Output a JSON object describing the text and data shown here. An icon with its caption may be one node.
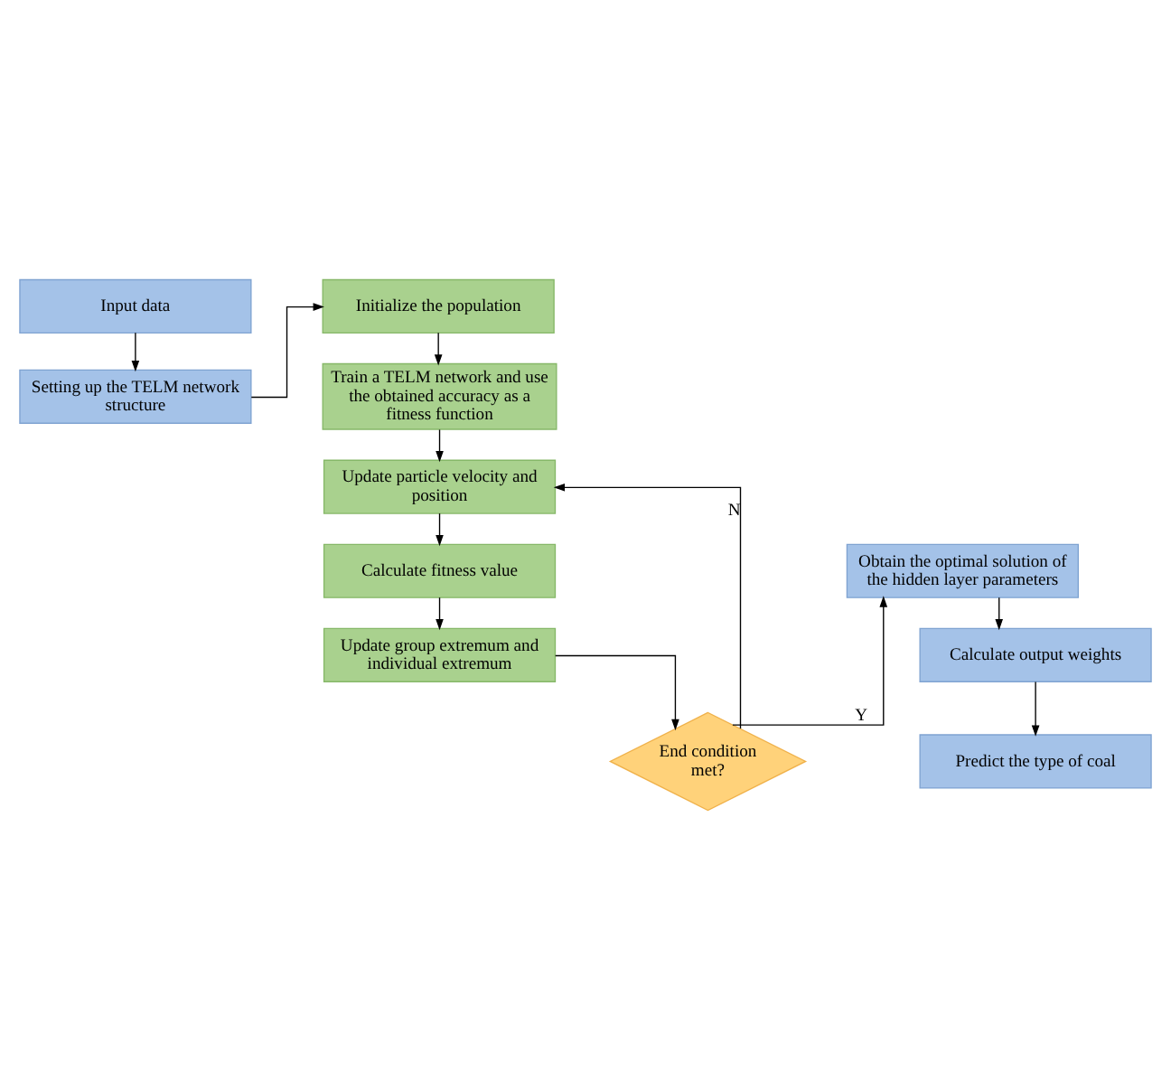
{
  "diagram": {
    "nodes": [
      {
        "text": [
          "Input data"
        ]
      },
      {
        "text": [
          "Setting up the TELM network structure"
        ]
      },
      {
        "text": [
          "Initialize the population"
        ]
      },
      {
        "text": [
          "Train a TELM network and use the obtained accuracy as a fitness function"
        ]
      },
      {
        "text": [
          "Update particle velocity and position"
        ]
      },
      {
        "text": [
          "Calculate fitness value"
        ]
      },
      {
        "text": [
          "Update group extremum and individual extremum"
        ]
      },
      {
        "text": [
          "End condition met?"
        ]
      },
      {
        "text": [
          "Obtain the optimal solution of the hidden layer parameters"
        ]
      },
      {
        "text": [
          "Calculate output weights"
        ]
      },
      {
        "text": [
          "Predict the type of coal"
        ]
      }
    ],
    "edges": [
      {
        "from": 0,
        "to": 1,
        "arrow": "to"
      },
      {
        "from": 1,
        "to": 2,
        "arrow": "to"
      },
      {
        "from": 2,
        "to": 3,
        "arrow": "to"
      },
      {
        "from": 3,
        "to": 4,
        "arrow": "to"
      },
      {
        "from": 4,
        "to": 5,
        "arrow": "to"
      },
      {
        "from": 5,
        "to": 6,
        "arrow": "to"
      },
      {
        "from": 6,
        "to": 7,
        "arrow": "to"
      },
      {
        "from": 7,
        "to": 8,
        "arrow": "to",
        "label": "Y"
      },
      {
        "from": 7,
        "to": 4,
        "arrow": "to",
        "label": "N"
      },
      {
        "from": 8,
        "to": 9,
        "arrow": "to"
      },
      {
        "from": 9,
        "to": 10,
        "arrow": "to"
      }
    ]
  }
}
